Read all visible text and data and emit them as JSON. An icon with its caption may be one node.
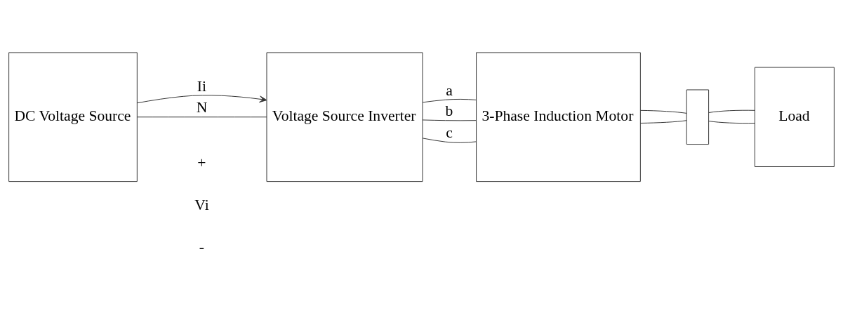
{
  "diagram": {
    "nodes": [
      {
        "text": [
          "DC Voltage Source"
        ]
      },
      {
        "text": [
          "Voltage Source Inverter"
        ]
      },
      {
        "text": [
          "3-Phase Induction Motor"
        ]
      },
      {
        "text": [],
        "shape": "box"
      },
      {
        "text": [
          "Load"
        ]
      }
    ],
    "edges": [
      {
        "from": 0,
        "to": 1,
        "arrow": "to",
        "label": "Ii"
      },
      {
        "from": 0,
        "to": 1,
        "arrow": "none",
        "label": "N"
      },
      {
        "from": 1,
        "to": 2,
        "arrow": "none",
        "label": "a"
      },
      {
        "from": 1,
        "to": 2,
        "arrow": "none",
        "label": "b"
      },
      {
        "from": 1,
        "to": 2,
        "arrow": "none",
        "label": "c"
      },
      {
        "from": 2,
        "to": 3,
        "arrow": "none"
      },
      {
        "from": 2,
        "to": 3,
        "arrow": "none"
      },
      {
        "from": 3,
        "to": 4,
        "arrow": "none"
      },
      {
        "from": 3,
        "to": 4,
        "arrow": "none"
      }
    ],
    "labels": [
      "+",
      "Vi",
      "-"
    ]
  }
}
